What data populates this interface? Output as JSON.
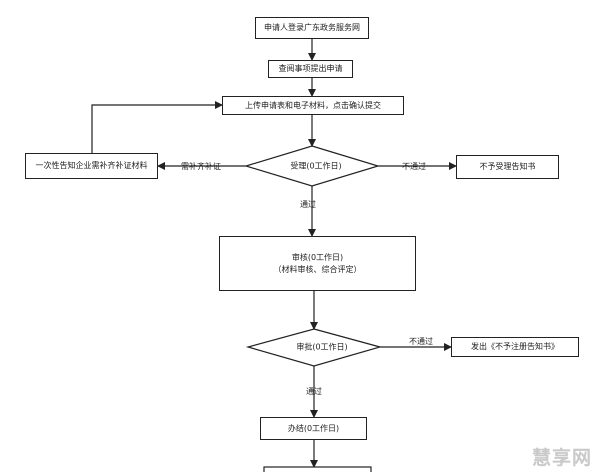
{
  "flow": {
    "apply_login": "申请人登录广东政务服务网",
    "view_and_submit": "查阅事项提出申请",
    "upload": "上传申请表和电子材料，点击确认提交",
    "notify_supplement": "一次性告知企业需补齐补证材料",
    "accept": "受理(0工作日)",
    "reject_notice": "不予受理告知书",
    "review_title": "审核(0工作日)",
    "review_sub": "（材料审核、综合评定）",
    "approve": "审批(0工作日)",
    "issue_notice": "发出《不予注册告知书》",
    "finish": "办结(0工作日)"
  },
  "edge_labels": {
    "need_supplement": "需补齐补证",
    "not_pass_1": "不通过",
    "pass_1": "通过",
    "not_pass_2": "不通过",
    "pass_2": "通过"
  },
  "watermark": "慧享网"
}
